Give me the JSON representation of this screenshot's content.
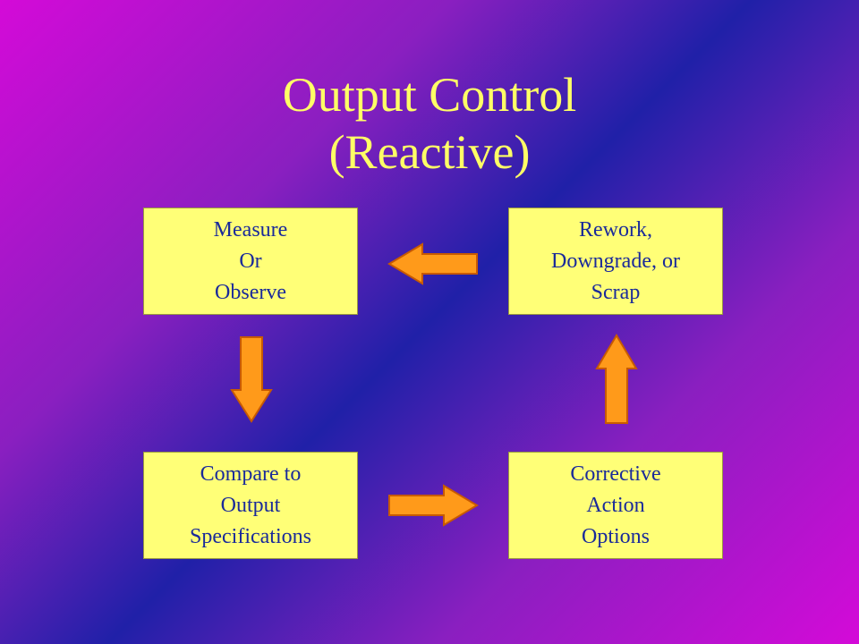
{
  "title": {
    "line1": "Output Control",
    "line2": "(Reactive)"
  },
  "boxes": {
    "measure": [
      "Measure",
      "Or",
      "Observe"
    ],
    "rework": [
      "Rework,",
      "Downgrade, or",
      "Scrap"
    ],
    "compare": [
      "Compare to",
      "Output",
      "Specifications"
    ],
    "corrective": [
      "Corrective",
      "Action",
      "Options"
    ]
  },
  "colors": {
    "box_fill": "#ffff77",
    "box_text": "#1a2a9a",
    "title_text": "#ffff66",
    "arrow_fill": "#ff9a1a",
    "arrow_stroke": "#c85a00"
  },
  "connections": [
    {
      "from": "measure",
      "to": "compare",
      "direction": "down"
    },
    {
      "from": "compare",
      "to": "corrective",
      "direction": "right"
    },
    {
      "from": "corrective",
      "to": "rework",
      "direction": "up"
    },
    {
      "from": "rework",
      "to": "measure",
      "direction": "left"
    }
  ]
}
